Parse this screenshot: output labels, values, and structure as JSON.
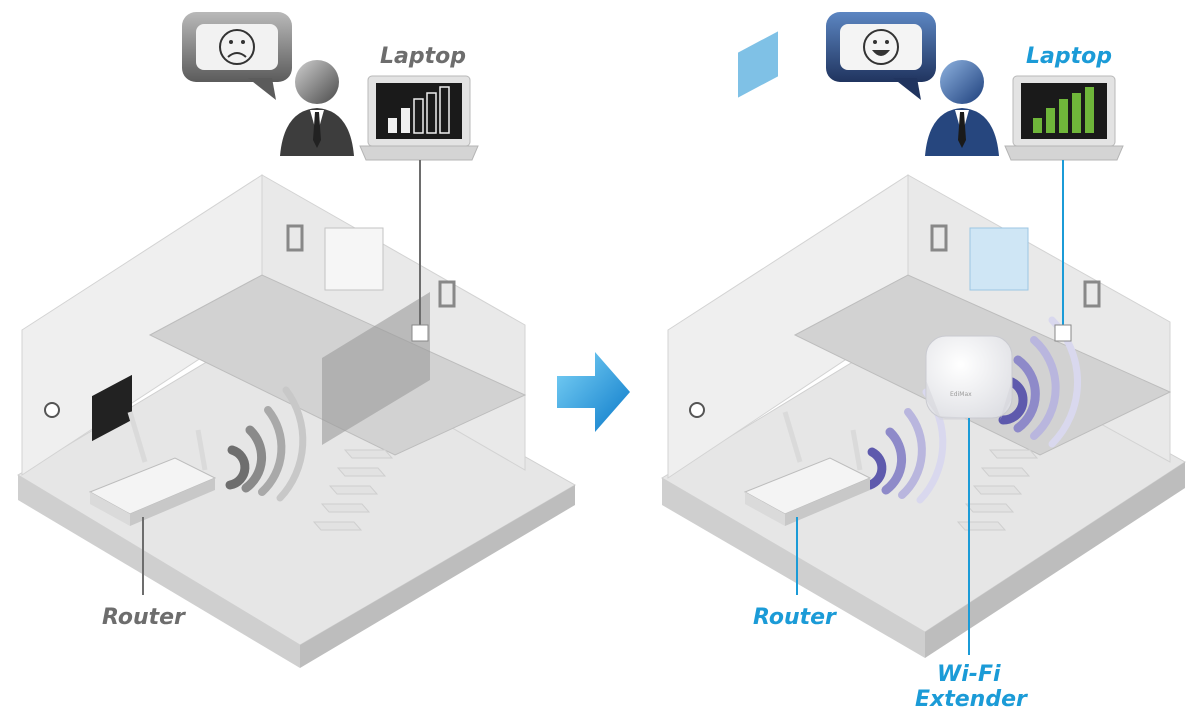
{
  "before": {
    "laptop_label": "Laptop",
    "router_label": "Router",
    "face": "sad-face-icon",
    "accent": "#6d6d6d"
  },
  "after": {
    "laptop_label": "Laptop",
    "router_label": "Router",
    "extender_label_line1": "Wi-Fi",
    "extender_label_line2": "Extender",
    "face": "happy-face-icon",
    "accent": "#1b9bd7",
    "extender_brand": "EdiMax"
  },
  "arrow": "right-arrow-icon",
  "colors": {
    "accent_blue": "#1b9bd7",
    "gray_text": "#6d6d6d",
    "signal_gray": "#7a7a7a",
    "signal_purple": "#6b67b5",
    "signal_green": "#6fb63a"
  }
}
